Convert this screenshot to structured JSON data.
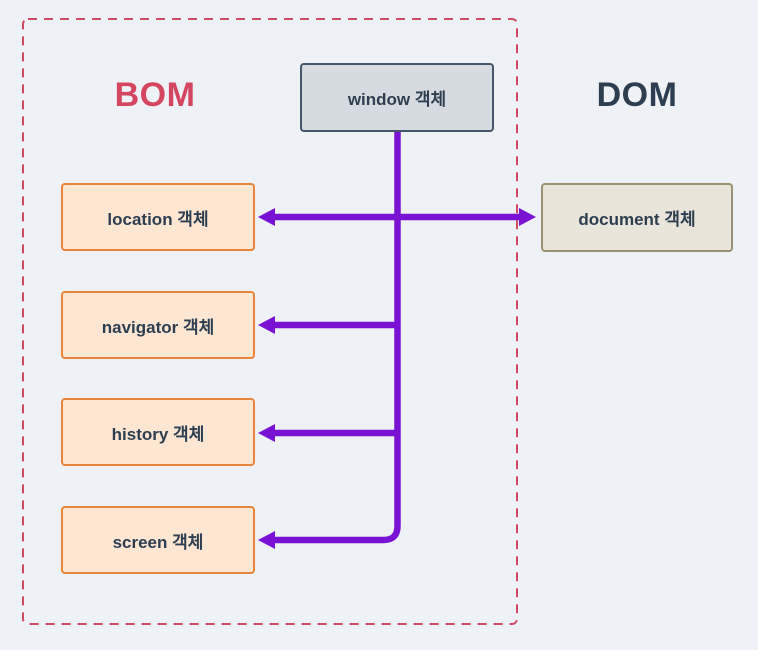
{
  "diagram": {
    "bom_title": "BOM",
    "dom_title": "DOM",
    "window_box": {
      "label": "window 객체"
    },
    "bom_children": [
      {
        "id": "location",
        "label": "location 객체"
      },
      {
        "id": "navigator",
        "label": "navigator 객체"
      },
      {
        "id": "history",
        "label": "history 객체"
      },
      {
        "id": "screen",
        "label": "screen 객체"
      }
    ],
    "dom_children": [
      {
        "id": "document",
        "label": "document 객체"
      }
    ]
  },
  "colors": {
    "background": "#eef1f6",
    "bom_title": "#d4465f",
    "dom_title": "#2d3e50",
    "container_border": "#d04a66",
    "window_box_fill": "#d5dbe1",
    "window_box_border": "#46576a",
    "bom_box_fill": "#fde6d2",
    "bom_box_border": "#e8853c",
    "document_box_fill": "#e9e5da",
    "document_box_border": "#9b9272",
    "box_text": "#2d3e50",
    "arrow": "#7a12d4"
  }
}
